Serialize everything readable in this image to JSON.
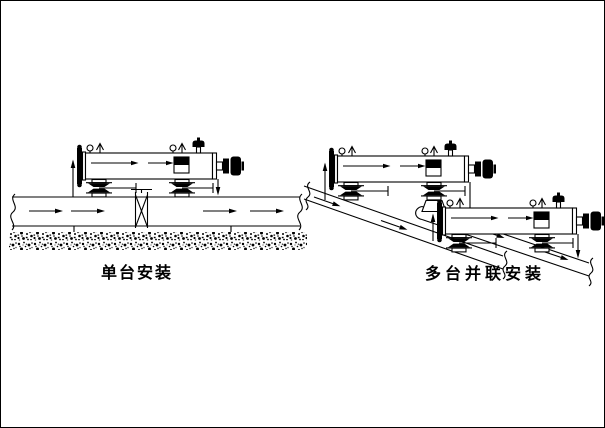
{
  "page": {
    "background_color": "#ffffff",
    "ink_color": "#000000",
    "type": "pump installation technical drawing"
  },
  "figures": {
    "single": {
      "caption": "单台安装"
    },
    "parallel": {
      "caption": "多台并联安装"
    }
  },
  "components": {
    "pump_unit": "horizontal pump/exchanger cylinder with motor",
    "pressure_gauge": "pressure-gauge-icon",
    "vent_valve": "vent-valve-icon",
    "safety_valve": "safety-valve-icon",
    "isolation_valve": "isolation-valve-icon",
    "pipeline_gate_valve": "pipeline-gate-valve-icon",
    "motor": "motor-icon",
    "flow_arrow": "flow-arrow-icon",
    "ground": "ground-hatch",
    "suction_header": "suction-header-pipe",
    "discharge_header": "discharge-header-pipe"
  }
}
